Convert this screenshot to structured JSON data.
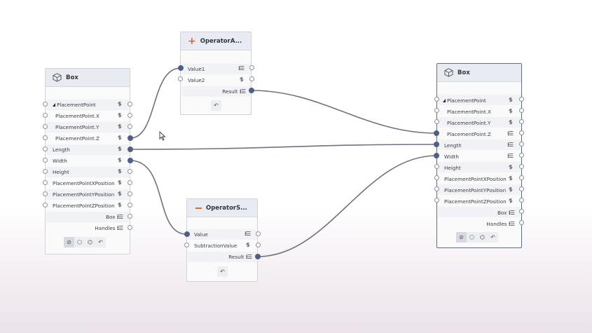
{
  "nodes": {
    "box_left": {
      "title": "Box",
      "inputs": [
        "PlacementPoint",
        "PlacementPoint.X",
        "PlacementPoint.Y",
        "PlacementPoint.Z",
        "Length",
        "Width",
        "Height",
        "PlacementPointXPosition",
        "PlacementPointYPosition",
        "PlacementPointZPosition"
      ],
      "outputs": [
        "Box",
        "Handles"
      ]
    },
    "operator_add": {
      "title": "OperatorA...",
      "inputs": [
        "Value1",
        "Value2"
      ],
      "outputs": [
        "Result"
      ]
    },
    "operator_sub": {
      "title": "OperatorS...",
      "inputs": [
        "Value",
        "SubtractionValue"
      ],
      "outputs": [
        "Result"
      ]
    },
    "box_right": {
      "title": "Box",
      "inputs": [
        "PlacementPoint",
        "PlacementPoint.X",
        "PlacementPoint.Y",
        "PlacementPoint.Z",
        "Length",
        "Width",
        "Height",
        "PlacementPointXPosition",
        "PlacementPointYPosition",
        "PlacementPointZPosition"
      ],
      "outputs": [
        "Box",
        "Handles"
      ]
    }
  },
  "colors": {
    "wire": "#6e7380",
    "pin_connected": "#4f6085",
    "accent_operator": "#d86a2b",
    "header_bg": "#e9ebf3"
  },
  "icons": {
    "node_box": "cube-icon",
    "node_add": "plus-icon",
    "node_sub": "minus-icon",
    "lacing": "lacing-icon",
    "list": "list-icon",
    "revert": "revert-icon",
    "preview": "preview-off-icon",
    "geometry": "geometry-icon",
    "graph": "graph-icon"
  }
}
